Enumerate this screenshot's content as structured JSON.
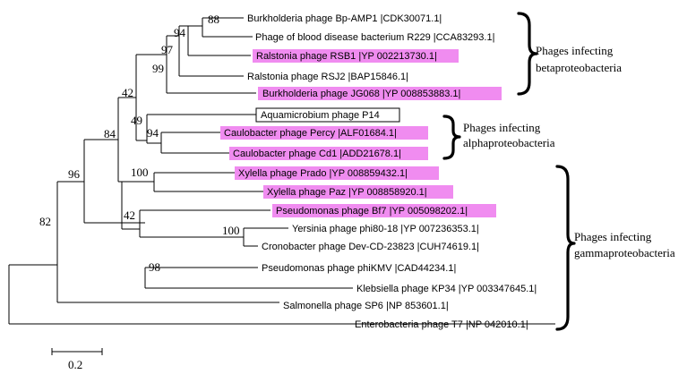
{
  "tree": {
    "taxa": [
      {
        "label": "Burkholderia phage Bp-AMP1 |CDK30071.1|",
        "style": "plain"
      },
      {
        "label": "Phage of blood disease bacterium R229 |CCA83293.1|",
        "style": "plain"
      },
      {
        "label": "Ralstonia phage RSB1 |YP 002213730.1|",
        "style": "highlight"
      },
      {
        "label": "Ralstonia phage RSJ2 |BAP15846.1|",
        "style": "plain"
      },
      {
        "label": "Burkholderia phage JG068 |YP 008853883.1|",
        "style": "highlight"
      },
      {
        "label": "Aquamicrobium phage P14",
        "style": "boxed"
      },
      {
        "label": "Caulobacter phage Percy |ALF01684.1|",
        "style": "highlight"
      },
      {
        "label": "Caulobacter phage Cd1 |ADD21678.1|",
        "style": "highlight"
      },
      {
        "label": "Xylella phage Prado |YP 008859432.1|",
        "style": "highlight"
      },
      {
        "label": "Xylella phage Paz |YP 008858920.1|",
        "style": "highlight"
      },
      {
        "label": "Pseudomonas phage Bf7 |YP 005098202.1|",
        "style": "highlight"
      },
      {
        "label": "Yersinia phage phi80-18 |YP 007236353.1|",
        "style": "plain"
      },
      {
        "label": "Cronobacter phage Dev-CD-23823 |CUH74619.1|",
        "style": "plain"
      },
      {
        "label": "Pseudomonas phage phiKMV |CAD44234.1|",
        "style": "plain"
      },
      {
        "label": "Klebsiella phage KP34 |YP 003347645.1|",
        "style": "plain"
      },
      {
        "label": "Salmonella phage SP6 |NP 853601.1|",
        "style": "plain"
      },
      {
        "label": "Enterobacteria phage T7 |NP 042010.1|",
        "style": "plain"
      }
    ],
    "bootstrap": [
      "88",
      "94",
      "97",
      "99",
      "42",
      "49",
      "94",
      "84",
      "100",
      "96",
      "42",
      "100",
      "82",
      "98"
    ],
    "scale_bar": "0.2"
  },
  "groups": [
    {
      "line1": "Phages infecting",
      "line2": "betaproteobacteria"
    },
    {
      "line1": "Phages infecting",
      "line2": "alphaproteobacteria"
    },
    {
      "line1": "Phages infecting",
      "line2": "gammaproteobacteria"
    }
  ],
  "colors": {
    "highlight": "#f08cf0"
  }
}
